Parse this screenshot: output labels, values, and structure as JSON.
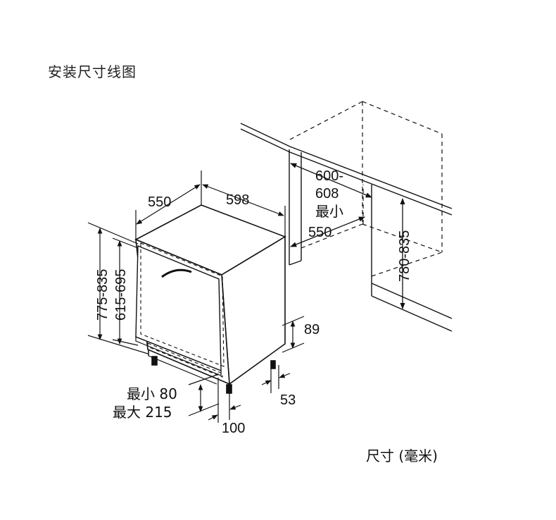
{
  "title": "安装尺寸线图",
  "units_label": "尺寸 (毫米)",
  "dimensions": {
    "depth": "550",
    "width": "598",
    "height_total": "775-835",
    "height_door": "615-695",
    "niche_depth_line1": "600-",
    "niche_depth_line2": "608",
    "niche_depth_line3": "最小",
    "niche_depth_line4": "550",
    "niche_height": "780-835",
    "plinth_height": "89",
    "plinth_recess": "53",
    "plinth_offset_line1": "最小 80",
    "plinth_offset_line2": "最大 215",
    "foot_distance": "100"
  }
}
